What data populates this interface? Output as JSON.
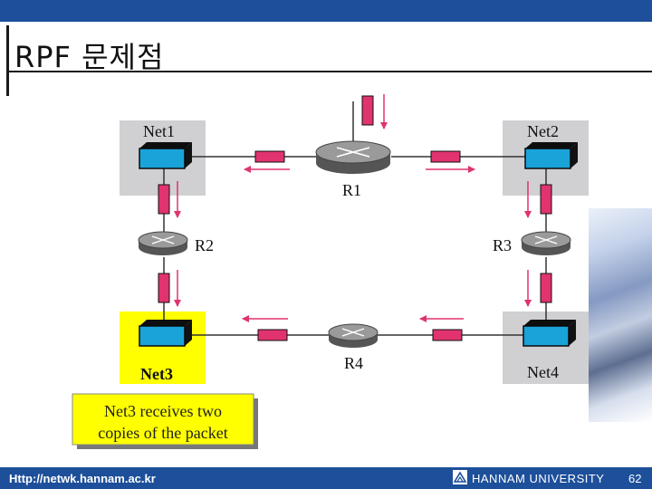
{
  "slide": {
    "title": "RPF 문제점",
    "page_number": "62"
  },
  "footer": {
    "url": "Http://netwk.hannam.ac.kr",
    "university": "HANNAM UNIVERSITY",
    "logo_icon": "hannam-logo-icon"
  },
  "diagram": {
    "networks": [
      "Net1",
      "Net2",
      "Net3",
      "Net4"
    ],
    "routers": [
      "R1",
      "R2",
      "R3",
      "R4"
    ],
    "callout": {
      "line1": "Net3 receives two",
      "line2": "copies of the packet"
    },
    "colors": {
      "lan_box": "#d0d0d3",
      "highlight": "#ffff00",
      "switch": "#1aa3d8",
      "packet": "#e0336f",
      "arrow": "#e0336f"
    }
  }
}
